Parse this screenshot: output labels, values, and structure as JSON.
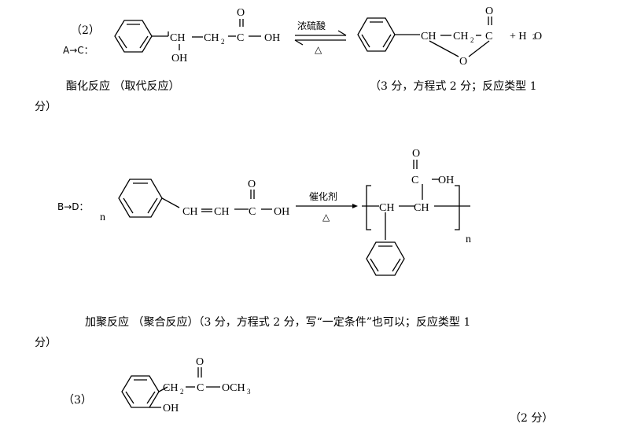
{
  "part2": {
    "number": "（2）",
    "ac_label": "A→C：",
    "r1": {
      "ch": "CH",
      "ch2": "CH",
      "sub2": "2",
      "c": "C",
      "o": "O",
      "oh": "OH",
      "oh_lower": "OH",
      "condition_top": "浓硫酸",
      "condition_bottom": "△",
      "p_ch": "CH",
      "p_ch2": "CH",
      "p_sub2": "2",
      "p_c": "C",
      "p_o_top": "O",
      "p_o_ring": "O",
      "plus_water": "+ H",
      "water_sub": "2",
      "water_o": "O"
    },
    "type1": "酯化反应 （取代反应）",
    "score1": "（3 分，方程式 2 分；反应类型 1",
    "score1_cont": "分）",
    "bd_label": "B→D：",
    "r2": {
      "n_left": "n",
      "ch_a": "CH",
      "ch_b": "CH",
      "c": "C",
      "o": "O",
      "oh": "OH",
      "condition_top": "催化剂",
      "condition_bottom": "△",
      "p_o": "O",
      "p_c": "C",
      "p_oh": "OH",
      "p_ch_a": "CH",
      "p_ch_b": "CH",
      "n_right": "n"
    },
    "type2": "加聚反应 （聚合反应）（3 分，方程式 2 分，写“一定条件”也可以；反应类型 1",
    "type2_cont": "分）"
  },
  "part3": {
    "number": "（3）",
    "ch2": "CH",
    "sub2": "2",
    "c": "C",
    "o": "O",
    "och3": "OCH",
    "sub3": "3",
    "oh": "OH",
    "score": "（2 分）"
  }
}
